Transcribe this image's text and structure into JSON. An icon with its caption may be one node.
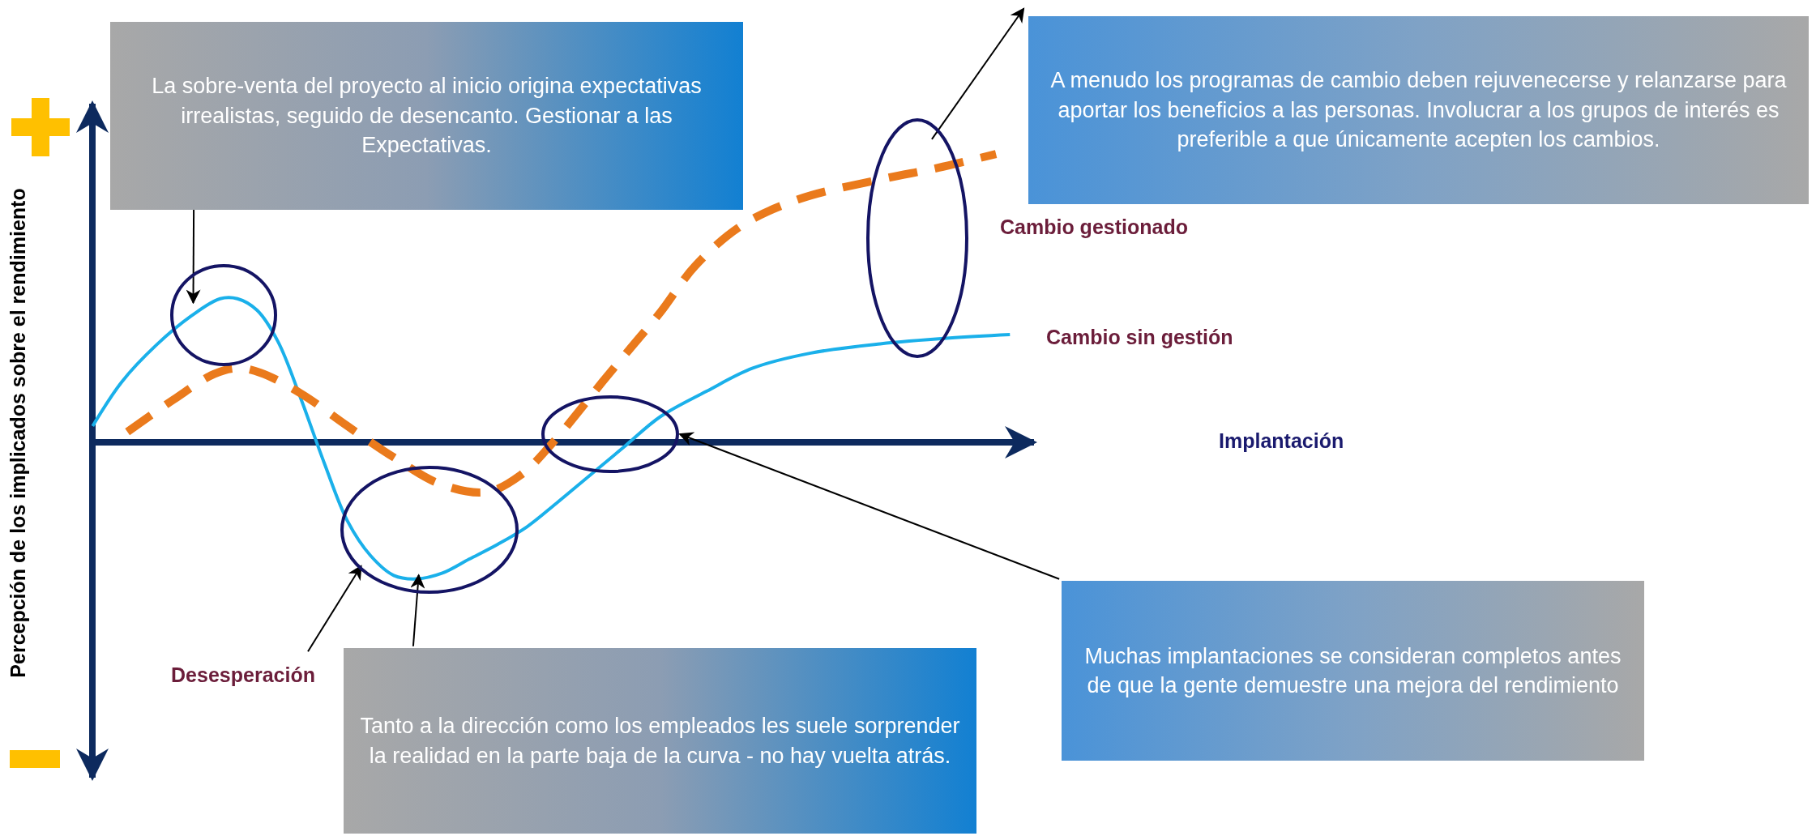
{
  "diagram": {
    "nodes": [
      {
        "text": [
          "La sobre-venta del proyecto al inicio origina expectativas irrealistas, seguido de desencanto. Gestionar a las Expectativas."
        ]
      },
      {
        "text": [
          "A menudo los programas de cambio deben rejuvenecerse y relanzarse para aportar los beneficios a las personas. Involucrar a los grupos de interés es preferible a que únicamente acepten los cambios."
        ]
      },
      {
        "text": [
          "Tanto a la dirección como los empleados les suele sorprender la realidad en la parte baja de la curva - no hay vuelta atrás."
        ]
      },
      {
        "text": [
          "Muchas implantaciones se consideran completos antes de que la gente demuestre una mejora del rendimiento"
        ]
      },
      {
        "text": [
          "Desesperación"
        ]
      },
      {
        "text": [],
        "shape": "ellipse"
      },
      {
        "text": [],
        "shape": "ellipse"
      },
      {
        "text": [],
        "shape": "ellipse"
      },
      {
        "text": [],
        "shape": "ellipse"
      }
    ],
    "edges": [
      {
        "from": 0,
        "to": 5,
        "arrow": "to"
      },
      {
        "from": 4,
        "to": 6,
        "arrow": "to"
      },
      {
        "from": 2,
        "to": 6,
        "arrow": "to"
      },
      {
        "from": 3,
        "to": 7,
        "arrow": "to"
      },
      {
        "from": 8,
        "to": 1,
        "arrow": "to"
      }
    ],
    "labels": [
      "Percepción de los implicados sobre el rendimiento",
      "Cambio gestionado",
      "Cambio sin gestión",
      "Implantación"
    ]
  }
}
